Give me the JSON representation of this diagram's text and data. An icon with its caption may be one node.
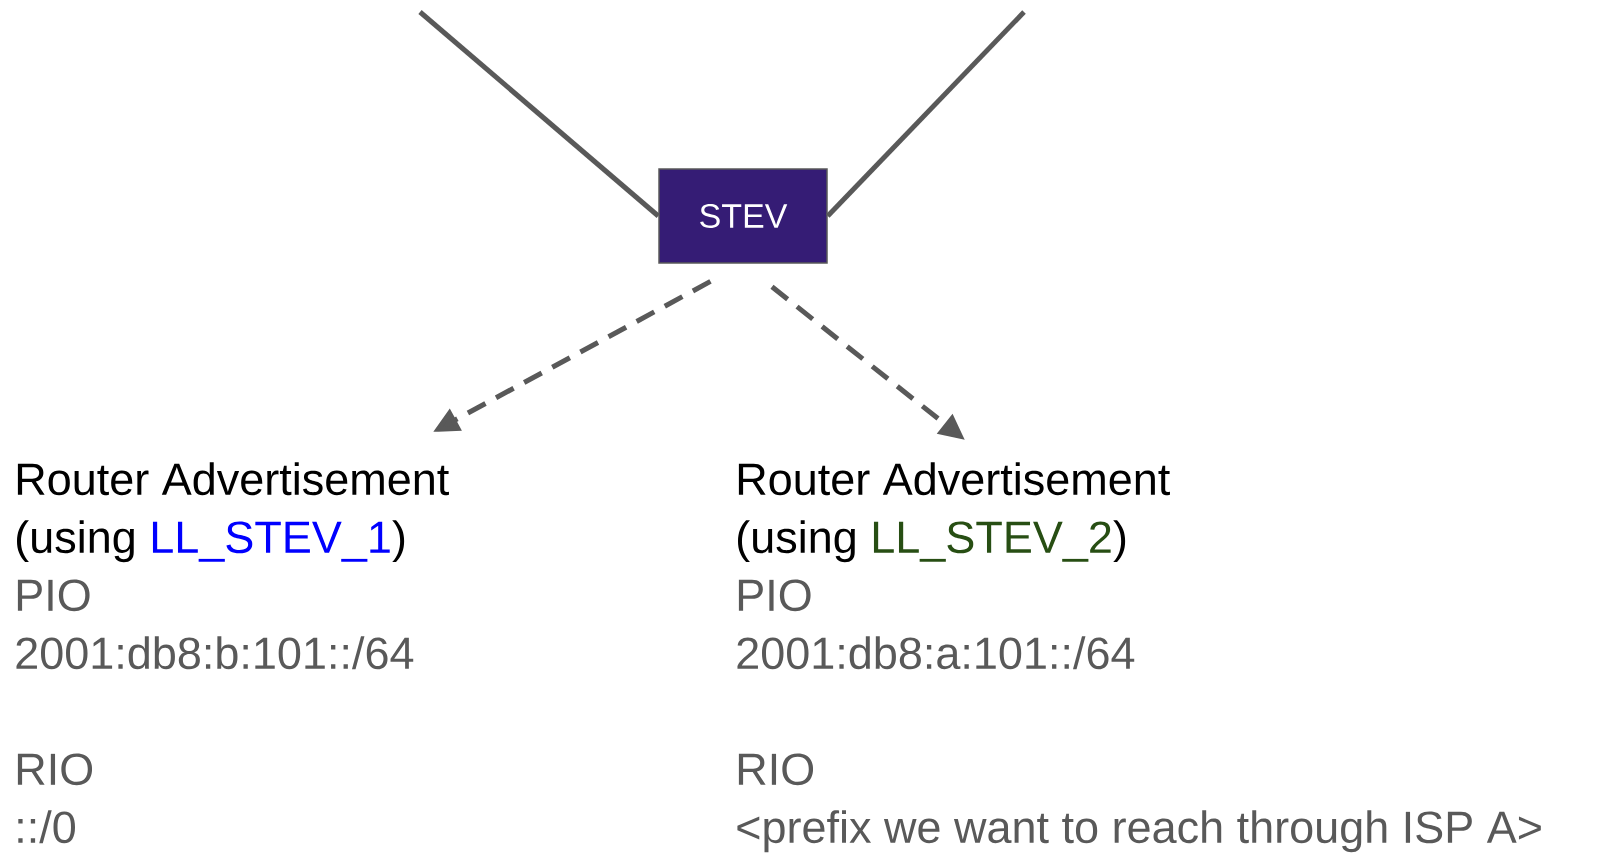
{
  "diagram": {
    "nodes": [
      {
        "text": [
          "STEV"
        ]
      },
      {
        "text": [
          "Router Advertisement",
          "(using",
          "LL_STEV_1",
          ")",
          "PIO",
          "2001:db8:b:101::/64",
          "RIO",
          "::/0"
        ]
      },
      {
        "text": [
          "Router Advertisement",
          "(using",
          "LL_STEV_2",
          ")",
          "PIO",
          "2001:db8:a:101::/64",
          "RIO",
          "<prefix we want to reach through ISP A>"
        ]
      }
    ],
    "edges": [
      {
        "from": 0,
        "to": null,
        "arrow": "none"
      },
      {
        "from": 0,
        "to": null,
        "arrow": "none"
      },
      {
        "from": 0,
        "to": 1,
        "arrow": "to",
        "style": "dashed"
      },
      {
        "from": 0,
        "to": 2,
        "arrow": "to",
        "style": "dashed"
      }
    ]
  }
}
